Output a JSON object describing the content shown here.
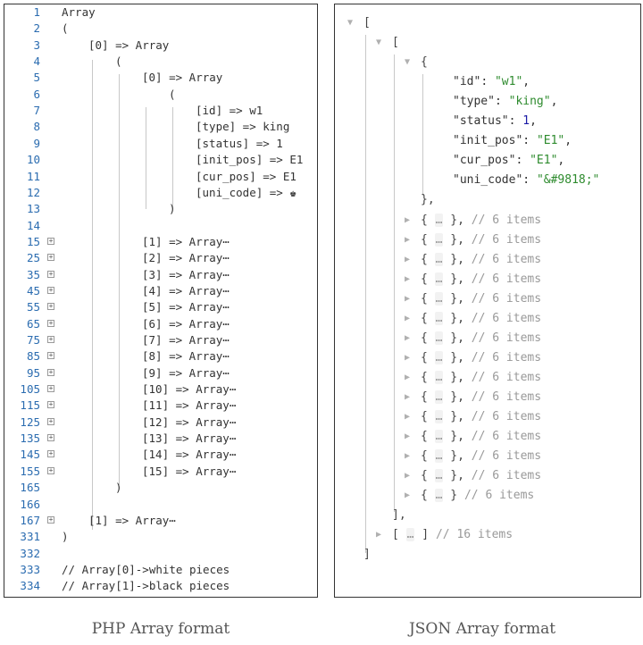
{
  "php": {
    "caption": "PHP Array format",
    "lines": [
      {
        "num": "1",
        "indent": 0,
        "text": "Array",
        "fold": false
      },
      {
        "num": "2",
        "indent": 0,
        "text": "(",
        "fold": false
      },
      {
        "num": "3",
        "indent": 1,
        "text": "[0] => Array",
        "fold": false
      },
      {
        "num": "4",
        "indent": 2,
        "text": "(",
        "fold": false
      },
      {
        "num": "5",
        "indent": 3,
        "text": "[0] => Array",
        "fold": false
      },
      {
        "num": "6",
        "indent": 4,
        "text": "(",
        "fold": false
      },
      {
        "num": "7",
        "indent": 5,
        "text": "[id] => w1",
        "fold": false
      },
      {
        "num": "8",
        "indent": 5,
        "text": "[type] => king",
        "fold": false
      },
      {
        "num": "9",
        "indent": 5,
        "text": "[status] => 1",
        "fold": false
      },
      {
        "num": "10",
        "indent": 5,
        "text": "[init_pos] => E1",
        "fold": false
      },
      {
        "num": "11",
        "indent": 5,
        "text": "[cur_pos] => E1",
        "fold": false
      },
      {
        "num": "12",
        "indent": 5,
        "text": "[uni_code] => ♚",
        "fold": false
      },
      {
        "num": "13",
        "indent": 4,
        "text": ")",
        "fold": false
      },
      {
        "num": "14",
        "indent": 3,
        "text": "",
        "fold": false
      },
      {
        "num": "15",
        "indent": 3,
        "text": "[1] => Array⋯",
        "fold": true
      },
      {
        "num": "25",
        "indent": 3,
        "text": "[2] => Array⋯",
        "fold": true
      },
      {
        "num": "35",
        "indent": 3,
        "text": "[3] => Array⋯",
        "fold": true
      },
      {
        "num": "45",
        "indent": 3,
        "text": "[4] => Array⋯",
        "fold": true
      },
      {
        "num": "55",
        "indent": 3,
        "text": "[5] => Array⋯",
        "fold": true
      },
      {
        "num": "65",
        "indent": 3,
        "text": "[6] => Array⋯",
        "fold": true
      },
      {
        "num": "75",
        "indent": 3,
        "text": "[7] => Array⋯",
        "fold": true
      },
      {
        "num": "85",
        "indent": 3,
        "text": "[8] => Array⋯",
        "fold": true
      },
      {
        "num": "95",
        "indent": 3,
        "text": "[9] => Array⋯",
        "fold": true
      },
      {
        "num": "105",
        "indent": 3,
        "text": "[10] => Array⋯",
        "fold": true
      },
      {
        "num": "115",
        "indent": 3,
        "text": "[11] => Array⋯",
        "fold": true
      },
      {
        "num": "125",
        "indent": 3,
        "text": "[12] => Array⋯",
        "fold": true
      },
      {
        "num": "135",
        "indent": 3,
        "text": "[13] => Array⋯",
        "fold": true
      },
      {
        "num": "145",
        "indent": 3,
        "text": "[14] => Array⋯",
        "fold": true
      },
      {
        "num": "155",
        "indent": 3,
        "text": "[15] => Array⋯",
        "fold": true
      },
      {
        "num": "165",
        "indent": 2,
        "text": ")",
        "fold": false
      },
      {
        "num": "166",
        "indent": 1,
        "text": "",
        "fold": false
      },
      {
        "num": "167",
        "indent": 1,
        "text": "[1] => Array⋯",
        "fold": true
      },
      {
        "num": "331",
        "indent": 0,
        "text": ")",
        "fold": false
      },
      {
        "num": "332",
        "indent": 0,
        "text": "",
        "fold": false
      },
      {
        "num": "333",
        "indent": 0,
        "text": "// Array[0]->white pieces",
        "fold": false
      },
      {
        "num": "334",
        "indent": 0,
        "text": "// Array[1]->black pieces",
        "fold": false
      }
    ]
  },
  "json": {
    "caption": "JSON Array format",
    "root_open": "[",
    "inner_open": "[",
    "object_open": "{",
    "fields": [
      {
        "key": "\"id\"",
        "value": "\"w1\"",
        "kind": "str",
        "comma": ","
      },
      {
        "key": "\"type\"",
        "value": "\"king\"",
        "kind": "str",
        "comma": ","
      },
      {
        "key": "\"status\"",
        "value": "1",
        "kind": "num",
        "comma": ","
      },
      {
        "key": "\"init_pos\"",
        "value": "\"E1\"",
        "kind": "str",
        "comma": ","
      },
      {
        "key": "\"cur_pos\"",
        "value": "\"E1\"",
        "kind": "str",
        "comma": ","
      },
      {
        "key": "\"uni_code\"",
        "value": "\"&#9818;\"",
        "kind": "str",
        "comma": ""
      }
    ],
    "object_close": "},",
    "collapsed_item_comment": "// 6 items",
    "collapsed_count": 15,
    "inner_close": "],",
    "collapsed_array_comment": "// 16 items",
    "root_close": "]"
  },
  "colors": {
    "line_number": "#2b6cb0",
    "string": "#2e8b2e",
    "number": "#1a1aa6",
    "comment": "#999999"
  }
}
